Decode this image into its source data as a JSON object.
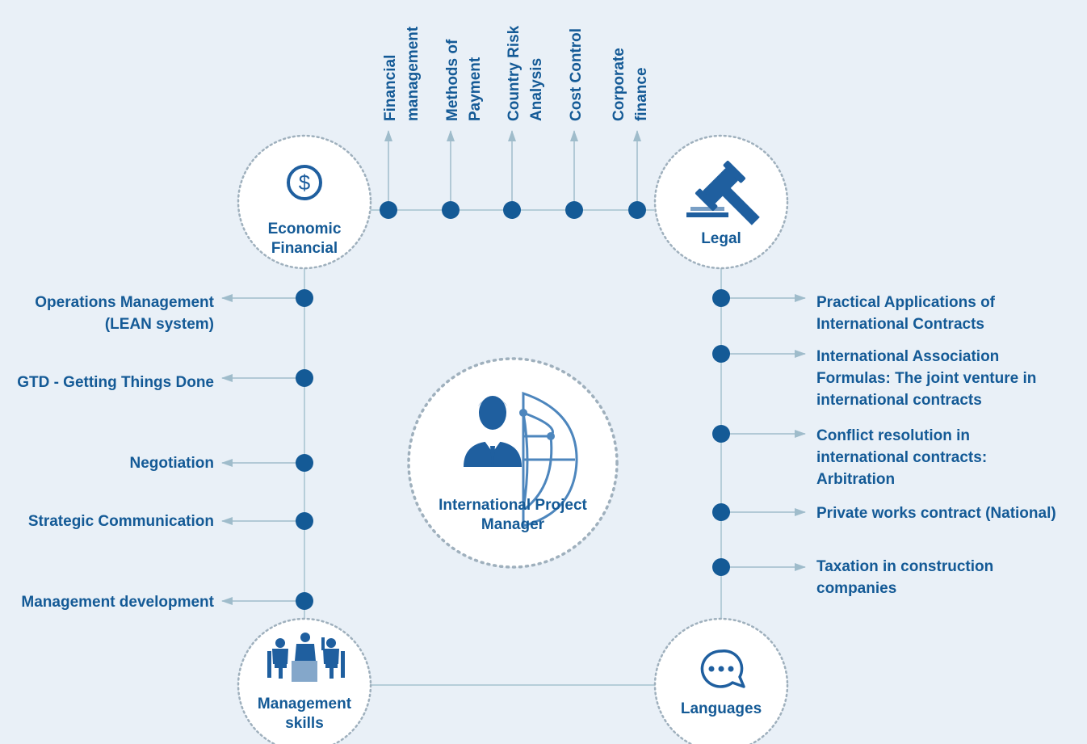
{
  "center": {
    "label": "International Project Manager"
  },
  "hubs": {
    "economic": {
      "label": "Economic Financial",
      "icon": "dollar-icon"
    },
    "legal": {
      "label": "Legal",
      "icon": "gavel-icon"
    },
    "management": {
      "label": "Management skills",
      "icon": "meeting-icon"
    },
    "languages": {
      "label": "Languages",
      "icon": "speech-bubble-icon"
    }
  },
  "top_items": [
    {
      "label": "Financial management"
    },
    {
      "label": "Methods of Payment"
    },
    {
      "label": "Country Risk Analysis"
    },
    {
      "label": "Cost Control"
    },
    {
      "label": "Corporate finance"
    }
  ],
  "left_items": [
    {
      "label": "Operations Management (LEAN system)"
    },
    {
      "label": "GTD - Getting Things Done"
    },
    {
      "label": "Negotiation"
    },
    {
      "label": "Strategic Communication"
    },
    {
      "label": "Management development"
    }
  ],
  "right_items": [
    {
      "label": "Practical Applications of International Contracts"
    },
    {
      "label": "International Association Formulas: The joint venture in international contracts"
    },
    {
      "label": "Conflict resolution in international contracts: Arbitration"
    },
    {
      "label": "Private works contract (National)"
    },
    {
      "label": "Taxation in construction companies"
    }
  ],
  "colors": {
    "background": "#e9f0f7",
    "primary": "#145a96",
    "icon": "#1f5f9f",
    "line": "#a6c2cf",
    "arrow": "#9fbccb",
    "circle_fill": "#ffffff",
    "circle_border": "#9fb0bd"
  }
}
